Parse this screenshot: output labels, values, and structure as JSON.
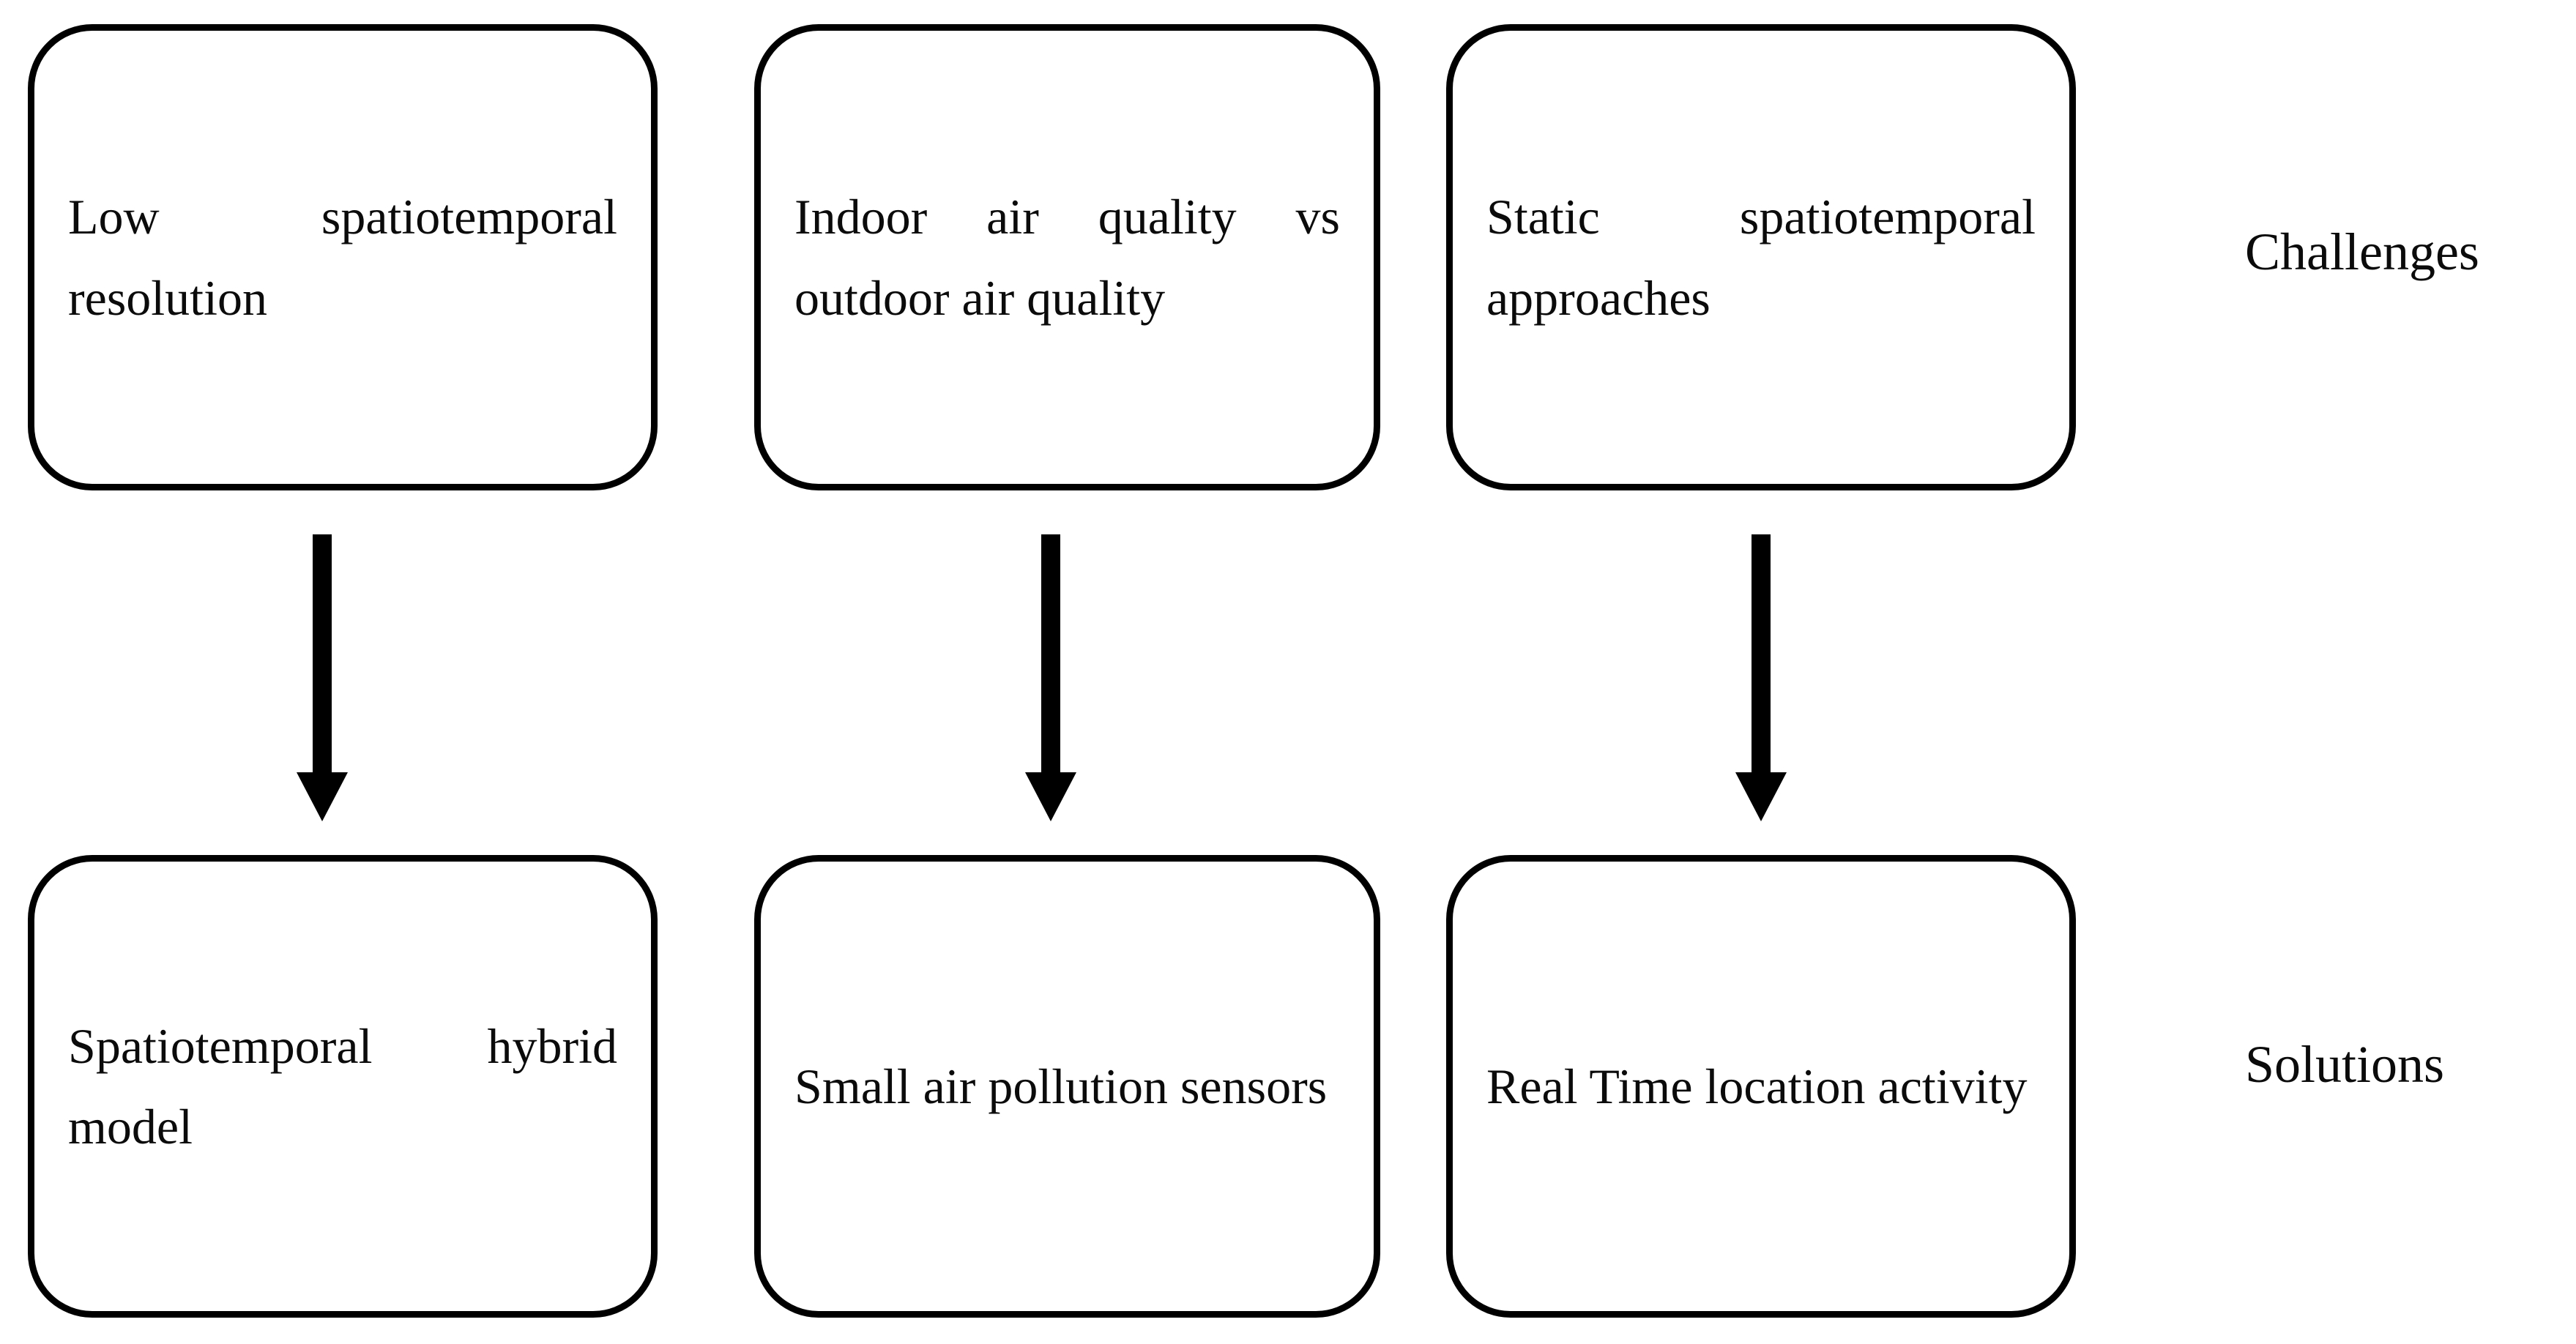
{
  "diagram": {
    "title": "Challenges and Solutions flow diagram",
    "background_color": "#ffffff",
    "stroke_color": "#000000",
    "text_color": "#0b0b0b",
    "rows": [
      {
        "name": "challenges",
        "side_label": "Challenges",
        "nodes": [
          {
            "id": "challenge-1",
            "text": "Low spatiotemporal resolution"
          },
          {
            "id": "challenge-2",
            "text": "Indoor air quality vs outdoor air quality"
          },
          {
            "id": "challenge-3",
            "text": "Static spatiotemporal approaches"
          }
        ]
      },
      {
        "name": "solutions",
        "side_label": "Solutions",
        "nodes": [
          {
            "id": "solution-1",
            "text": "Spatiotemporal hybrid model"
          },
          {
            "id": "solution-2",
            "text": "Small air pollution sensors"
          },
          {
            "id": "solution-3",
            "text": "Real Time location activity"
          }
        ]
      }
    ],
    "connectors": [
      {
        "id": "arrow-1",
        "from": "challenge-1",
        "to": "solution-1",
        "direction": "down",
        "style": "solid-filled-arrow"
      },
      {
        "id": "arrow-2",
        "from": "challenge-2",
        "to": "solution-2",
        "direction": "down",
        "style": "solid-filled-arrow"
      },
      {
        "id": "arrow-3",
        "from": "challenge-3",
        "to": "solution-3",
        "direction": "down",
        "style": "solid-filled-arrow"
      }
    ]
  }
}
